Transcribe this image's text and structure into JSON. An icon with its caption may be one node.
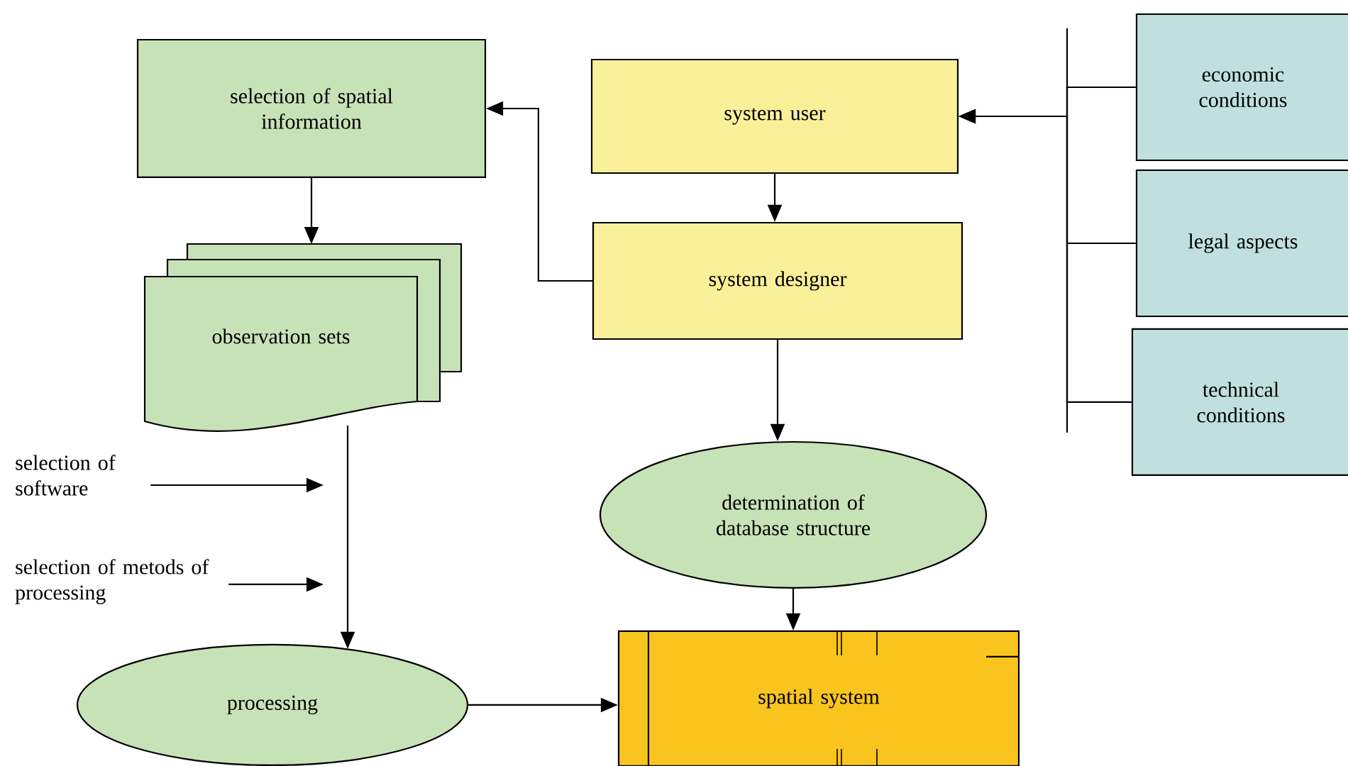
{
  "diagram": {
    "nodes": [
      {
        "text": [
          "selection of spatial information"
        ]
      },
      {
        "text": [
          "system user"
        ]
      },
      {
        "text": [
          "economic conditions"
        ]
      },
      {
        "text": [
          "observation sets"
        ]
      },
      {
        "text": [
          "system designer"
        ]
      },
      {
        "text": [
          "legal aspects"
        ]
      },
      {
        "text": [
          "technical conditions"
        ]
      },
      {
        "text": [
          "selection of software"
        ]
      },
      {
        "text": [
          "determination of database structure"
        ]
      },
      {
        "text": [
          "selection of metods of processing"
        ]
      },
      {
        "text": [
          "processing"
        ]
      },
      {
        "text": [
          "spatial system"
        ]
      }
    ],
    "edges": [
      {
        "from": 1,
        "to": 4,
        "arrow": "to"
      },
      {
        "from": 4,
        "to": 0,
        "arrow": "to"
      },
      {
        "from": 0,
        "to": 3,
        "arrow": "to"
      },
      {
        "from": 2,
        "to": 1,
        "arrow": "to"
      },
      {
        "from": 5,
        "to": 1,
        "arrow": "to"
      },
      {
        "from": 6,
        "to": 1,
        "arrow": "to"
      },
      {
        "from": 4,
        "to": 8,
        "arrow": "to"
      },
      {
        "from": 8,
        "to": 11,
        "arrow": "to"
      },
      {
        "from": 3,
        "to": 10,
        "arrow": "to"
      },
      {
        "from": 7,
        "to": null,
        "arrow": "to"
      },
      {
        "from": 9,
        "to": null,
        "arrow": "to"
      },
      {
        "from": 10,
        "to": 11,
        "arrow": "to"
      }
    ]
  }
}
